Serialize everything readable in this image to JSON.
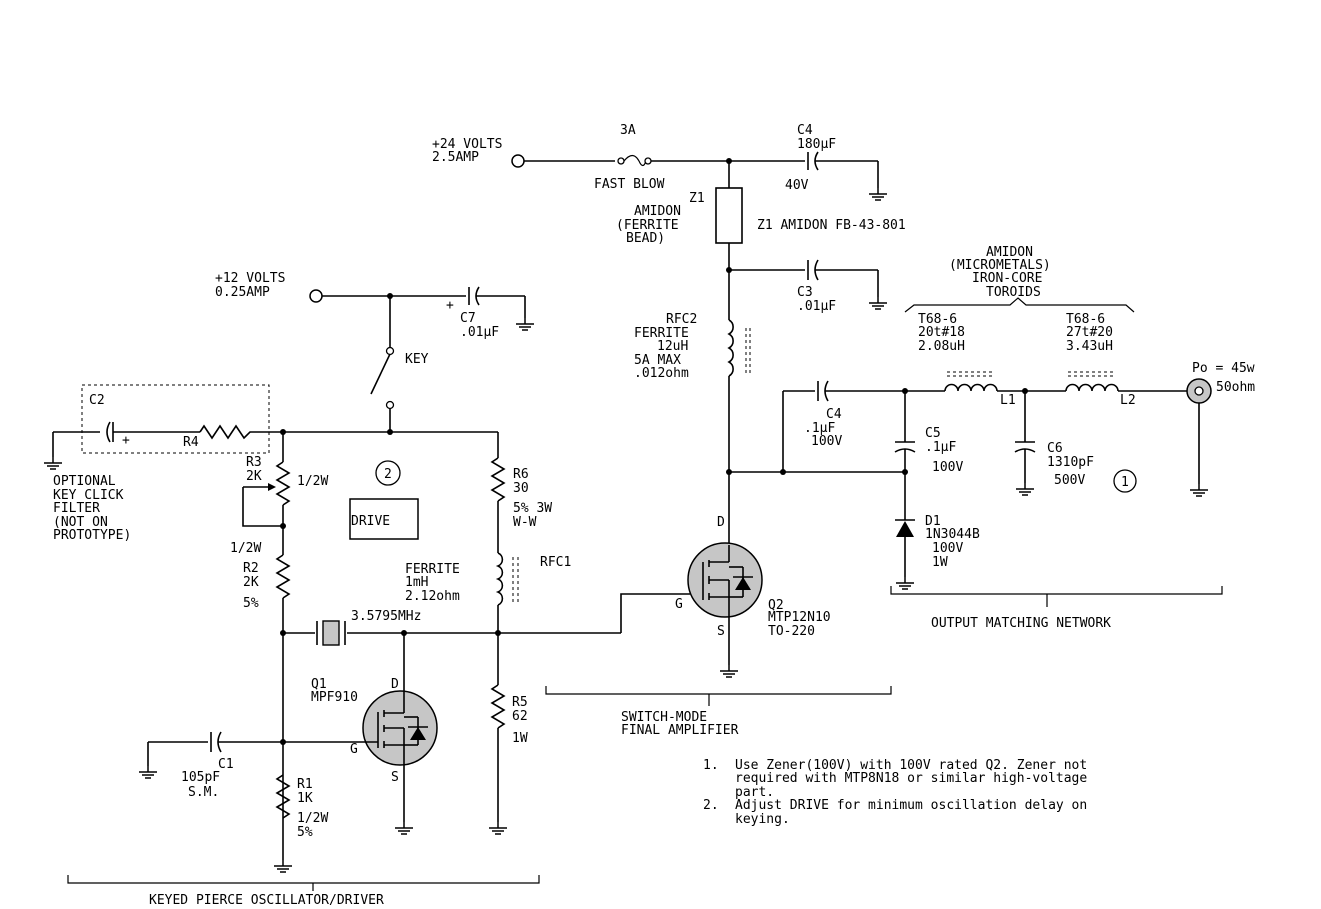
{
  "supply": {
    "v24": [
      "+24 VOLTS",
      "2.5AMP"
    ],
    "v12": [
      "+12 VOLTS",
      "0.25AMP"
    ]
  },
  "fuse": {
    "rating": "3A",
    "type": "FAST BLOW"
  },
  "c4_top": {
    "name": "C4",
    "value": "180µF",
    "voltage": "40V"
  },
  "z1_left": [
    "Z1",
    "AMIDON",
    "(FERRITE",
    "BEAD)"
  ],
  "z1_right": "Z1 AMIDON FB-43-801",
  "c3": {
    "name": "C3",
    "value": ".01µF"
  },
  "c7": {
    "name": "C7",
    "value": ".01µF",
    "polarity": "+"
  },
  "key": "KEY",
  "rfc2": [
    "RFC2",
    "FERRITE",
    "12uH",
    "5A MAX",
    ".012ohm"
  ],
  "toroid_title": [
    "AMIDON",
    "(MICROMETALS)",
    "IRON-CORE",
    "TOROIDS"
  ],
  "l1_spec": [
    "T68-6",
    "20t#18",
    "2.08uH"
  ],
  "l2_spec": [
    "T68-6",
    "27t#20",
    "3.43uH"
  ],
  "po": [
    "Po = 45w",
    "50ohm"
  ],
  "c4_out": {
    "name": "C4",
    "value": ".1µF",
    "voltage": "100V"
  },
  "c5": {
    "name": "C5",
    "value": ".1µF",
    "voltage": "100V"
  },
  "c6": {
    "name": "C6",
    "value": "1310pF",
    "voltage": "500V"
  },
  "l1": "L1",
  "l2": "L2",
  "note_markers": [
    "1",
    "2"
  ],
  "c2": {
    "name": "C2",
    "polarity": "+"
  },
  "r4": "R4",
  "filter_note": [
    "OPTIONAL",
    "KEY CLICK",
    "FILTER",
    "(NOT ON",
    " PROTOTYPE)"
  ],
  "r3": {
    "name": "R3",
    "value": "2K",
    "power": "1/2W"
  },
  "r2": {
    "power": "1/2W",
    "name": "R2",
    "value": "2K",
    "tol": "5%"
  },
  "drive_box": "DRIVE",
  "r6": [
    "R6",
    "30",
    "5% 3W",
    "W-W"
  ],
  "rfc1": {
    "name": "RFC1",
    "spec": [
      "FERRITE",
      "1mH",
      "2.12ohm"
    ]
  },
  "crystal": "3.5795MHz",
  "q1": {
    "name": "Q1",
    "part": "MPF910",
    "d": "D",
    "g": "G",
    "s": "S"
  },
  "r5": [
    "R5",
    "62",
    "1W"
  ],
  "c1": [
    "C1",
    "105pF",
    "S.M."
  ],
  "r1": [
    "R1",
    "1K",
    "1/2W",
    "5%"
  ],
  "q2": {
    "name": "Q2",
    "part": "MTP12N10",
    "pkg": "TO-220",
    "d": "D",
    "g": "G",
    "s": "S"
  },
  "d1": [
    "D1",
    "1N3044B",
    "100V",
    "1W"
  ],
  "section_labels": {
    "oscillator": "KEYED PIERCE OSCILLATOR/DRIVER",
    "amplifier": [
      "SWITCH-MODE",
      "FINAL AMPLIFIER"
    ],
    "output": "OUTPUT MATCHING NETWORK"
  },
  "notes": [
    [
      "1.",
      "Use Zener(100V) with 100V rated Q2. Zener not"
    ],
    [
      "",
      "required with MTP8N18 or similar high-voltage"
    ],
    [
      "",
      "part."
    ],
    [
      "2.",
      "Adjust DRIVE for minimum oscillation delay on"
    ],
    [
      "",
      "keying."
    ]
  ]
}
